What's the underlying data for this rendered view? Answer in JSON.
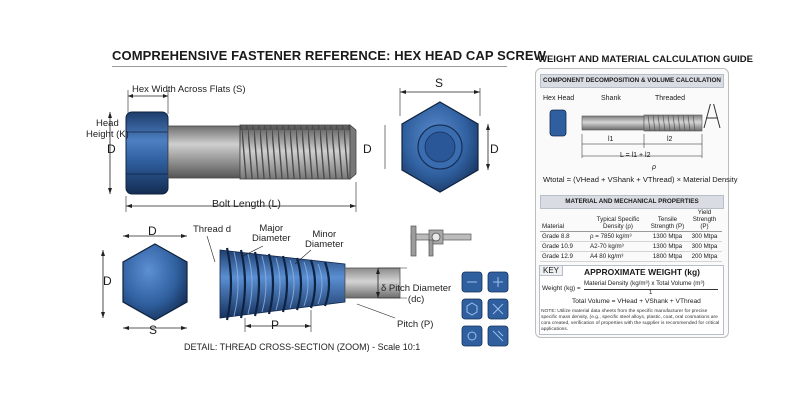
{
  "title": "COMPREHENSIVE FASTENER REFERENCE: HEX HEAD CAP SCREW",
  "main_view": {
    "hex_width_label": "Hex Width Across Flats (S)",
    "head_height_label_1": "Head",
    "head_height_label_2": "Height (K)",
    "d_label": "D",
    "bolt_length_label": "Bolt Length (L)"
  },
  "end_view": {
    "s_label": "S",
    "d_label": "D",
    "d_label_right": "D"
  },
  "section_view": {
    "d_top": "D",
    "d_left": "D",
    "s_bottom": "S",
    "thread_d": "Thread d",
    "major_1": "Major",
    "major_2": "Diameter",
    "minor_1": "Minor",
    "minor_2": "Diameter",
    "pitch_diam_1": "δ Pitch Diameter",
    "pitch_diam_2": "(dc)",
    "p_label": "P",
    "pitch_label": "Pitch (P)",
    "caption": "DETAIL: THREAD CROSS-SECTION (ZOOM) - Scale 10:1"
  },
  "guide": {
    "title": "WEIGHT AND MATERIAL CALCULATION GUIDE",
    "component_header": "COMPONENT DECOMPOSITION & VOLUME CALCULATION",
    "hex_head": "Hex Head",
    "shank": "Shank",
    "threaded": "Threaded",
    "l1": "l1",
    "l2": "l2",
    "l_formula": "L = l1 + l2",
    "rho": "ρ",
    "w_formula": "Wtotal = (VHead + VShank + VThread) × Material Density",
    "material_header": "MATERIAL AND MECHANICAL PROPERTIES",
    "table": {
      "columns": [
        "Material",
        "Typical Specific Density (ρ)",
        "Tensile Strength (P)",
        "Yield Strength (P)"
      ],
      "rows": [
        [
          "Grade 8.8",
          "ρ = 7850 kg/m³",
          "1300 Mtpa",
          "300 Mtpa"
        ],
        [
          "Grade 10.9",
          "A2-70 kg/m³",
          "1300 Mtpa",
          "300 Mtpa"
        ],
        [
          "Grade 12.9",
          "A4 80 kg/m³",
          "1800 Mtpa",
          "200 Mtpa"
        ]
      ]
    },
    "key_label": "KEY",
    "approx_weight": "APPROXIMATE WEIGHT (kg)",
    "weight_lhs": "Weight (kg) =",
    "weight_num": "Material Density (kg/m³) x Total Volume (m³)",
    "weight_den": "1",
    "total_volume": "Total Volume = VHead + VShank + VThread",
    "note": "NOTE: Utilize material data sheets from the specific manufacturer for precise specific mass density, (e.g., specific steel alloys, plastic, coat, oral cosmations are cora created, verification of properties with the supplier is recommended for critical applications."
  },
  "colors": {
    "head_blue": "#2f5f9e",
    "head_dark": "#1d3d6b",
    "shank_steel": "#9a9a9a",
    "thread_blue": "#3a6db0"
  }
}
